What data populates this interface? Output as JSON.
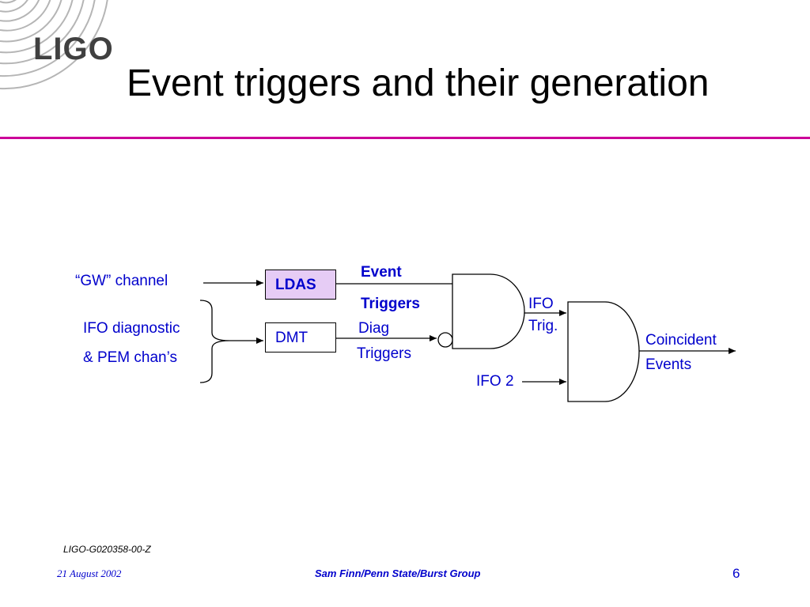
{
  "header": {
    "logo_text": "LIGO",
    "title": "Event triggers and their generation",
    "accent_color": "#cc0099"
  },
  "diagram": {
    "inputs": {
      "gw_channel": "“GW” channel",
      "ifo_diagnostic": "IFO diagnostic",
      "pem_channels": "& PEM chan’s",
      "ifo2": "IFO 2"
    },
    "blocks": {
      "ldas": "LDAS",
      "dmt": "DMT"
    },
    "signals": {
      "event": "Event",
      "triggers": "Triggers",
      "diag": "Diag",
      "diag_triggers": "Triggers",
      "ifo": "IFO",
      "trig": "Trig.",
      "coincident": "Coincident",
      "events": "Events"
    },
    "colors": {
      "text": "#0000cc",
      "ldas_fill": "#e6ccf5"
    }
  },
  "footer": {
    "doc_id": "LIGO-G020358-00-Z",
    "date": "21 August 2002",
    "author": "Sam Finn/Penn State/Burst Group",
    "page": "6"
  }
}
